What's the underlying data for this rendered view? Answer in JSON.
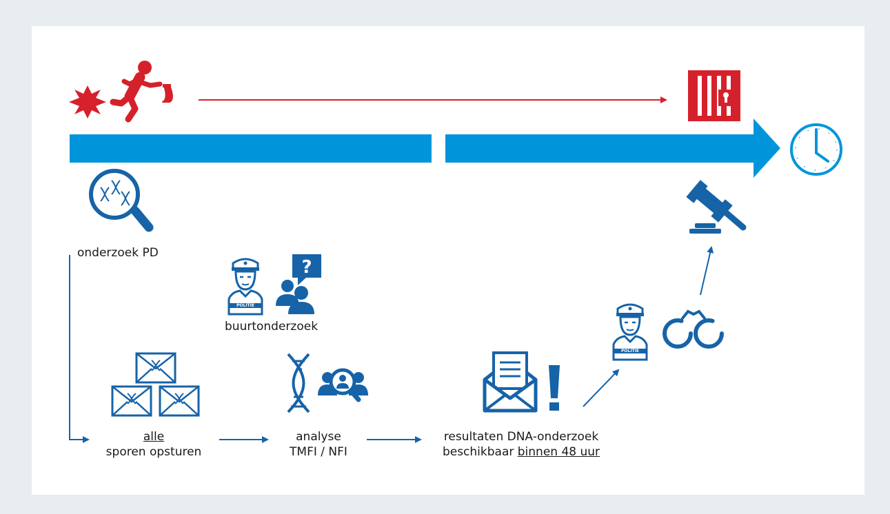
{
  "labels": {
    "onderzoek_pd": "onderzoek PD",
    "buurtonderzoek": "buurtonderzoek",
    "sporen_line1": "alle",
    "sporen_line2": "sporen opsturen",
    "analyse_line1": "analyse",
    "analyse_line2": "TMFI / NFI",
    "resultaten_line1": "resultaten DNA-onderzoek",
    "resultaten_line2_plain": "beschikbaar ",
    "resultaten_line2_underlined": "binnen 48 uur"
  },
  "badges": {
    "police_cap_text": "POLITIE"
  },
  "colors": {
    "blue": "#0095db",
    "dark_blue": "#1663a8",
    "red": "#d5212b",
    "text": "#1a1a1a",
    "background": "#e8edf0",
    "card": "#ffffff"
  },
  "icons": [
    "explosion-icon",
    "running-thief-icon",
    "jail-icon",
    "clock-icon",
    "dna-magnifier-icon",
    "police-officer-icon",
    "question-bubble-icon",
    "people-icon",
    "dna-envelopes-icon",
    "dna-helix-icon",
    "people-search-icon",
    "envelope-letter-icon",
    "exclamation-icon",
    "handcuffs-icon",
    "gavel-icon"
  ]
}
